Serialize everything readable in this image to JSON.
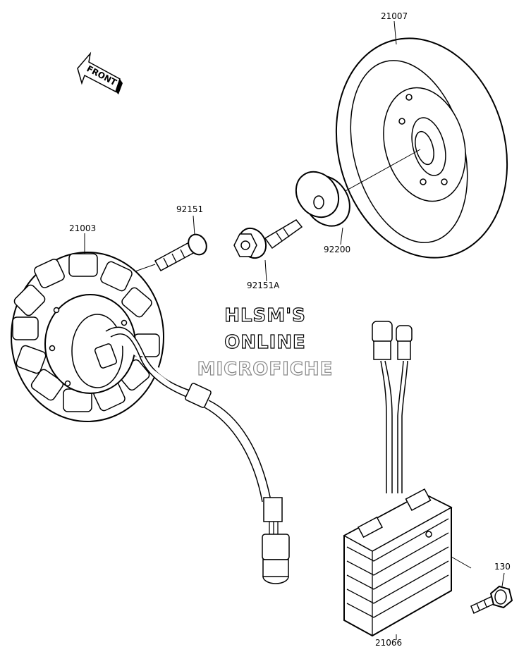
{
  "front_arrow": {
    "text": "FRONT"
  },
  "parts": [
    {
      "id": "21007",
      "label": "21007"
    },
    {
      "id": "92151",
      "label": "92151"
    },
    {
      "id": "21003",
      "label": "21003"
    },
    {
      "id": "92151A",
      "label": "92151A"
    },
    {
      "id": "92200",
      "label": "92200"
    },
    {
      "id": "130",
      "label": "130"
    },
    {
      "id": "21066",
      "label": "21066"
    }
  ],
  "watermark": {
    "line1": "HLSM'S",
    "line2": "ONLINE",
    "line3": "MICROFICHE"
  }
}
